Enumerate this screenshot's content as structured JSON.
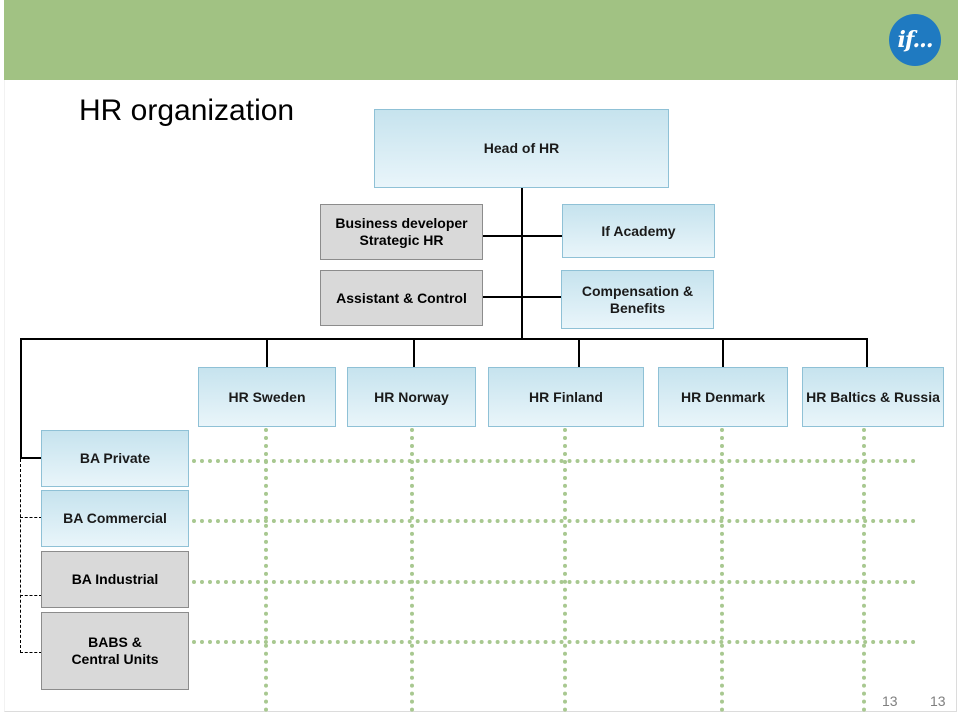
{
  "header": {
    "logo_text": "if..."
  },
  "title": "HR organization",
  "org": {
    "head": "Head of HR",
    "staff_left": [
      "Business developer\nStrategic HR",
      "Assistant & Control"
    ],
    "staff_right": [
      "If Academy",
      "Compensation &\nBenefits"
    ],
    "countries": [
      "HR Sweden",
      "HR Norway",
      "HR Finland",
      "HR Denmark",
      "HR Baltics & Russia"
    ],
    "business_areas": [
      "BA Private",
      "BA Commercial",
      "BA Industrial",
      "BABS &\nCentral Units"
    ]
  },
  "footer": {
    "page_left": "13",
    "page_right": "13"
  }
}
